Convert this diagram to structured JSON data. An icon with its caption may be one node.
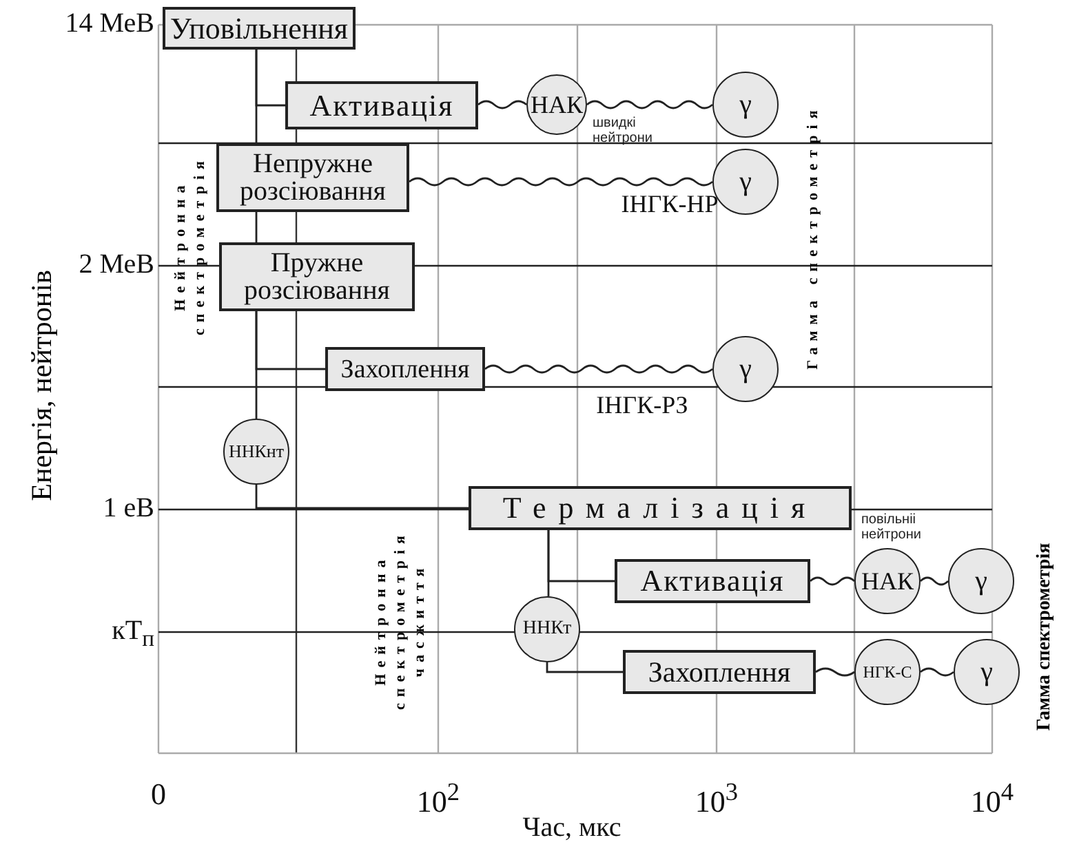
{
  "diagram": {
    "nodes": [
      {
        "text": [
          "Уповільнення"
        ]
      },
      {
        "text": [
          "Активація"
        ]
      },
      {
        "text": [
          "НАК"
        ],
        "beside": [
          "швидкі нейтрони"
        ]
      },
      {
        "text": [
          "γ"
        ]
      },
      {
        "text": [
          "Непружне розсіювання"
        ]
      },
      {
        "text": [
          "γ"
        ]
      },
      {
        "text": [
          "Пружне розсіювання"
        ]
      },
      {
        "text": [
          "Захоплення"
        ]
      },
      {
        "text": [
          "γ"
        ]
      },
      {
        "text": [
          "ННКнт"
        ]
      },
      {
        "text": [
          "Термалізація"
        ]
      },
      {
        "text": [
          "Активація"
        ]
      },
      {
        "text": [
          "НАК"
        ],
        "beside": [
          "повільніі нейтрони"
        ]
      },
      {
        "text": [
          "γ"
        ]
      },
      {
        "text": [
          "ННКт"
        ]
      },
      {
        "text": [
          "Захоплення"
        ]
      },
      {
        "text": [
          "НГК-С"
        ]
      },
      {
        "text": [
          "γ"
        ]
      }
    ],
    "edges": [
      {
        "from": 0,
        "to": 1,
        "arrow": "none"
      },
      {
        "from": 0,
        "to": 4,
        "arrow": "none"
      },
      {
        "from": 4,
        "to": 6,
        "arrow": "none"
      },
      {
        "from": 6,
        "to": 7,
        "arrow": "none"
      },
      {
        "from": 6,
        "to": 9,
        "arrow": "none"
      },
      {
        "from": 9,
        "to": 10,
        "arrow": "none"
      },
      {
        "from": 1,
        "to": 2,
        "arrow": "none"
      },
      {
        "from": 2,
        "to": 3,
        "arrow": "none"
      },
      {
        "from": 4,
        "to": 5,
        "arrow": "none"
      },
      {
        "from": 7,
        "to": 8,
        "arrow": "none"
      },
      {
        "from": 10,
        "to": 11,
        "arrow": "none"
      },
      {
        "from": 10,
        "to": 14,
        "arrow": "none"
      },
      {
        "from": 14,
        "to": 15,
        "arrow": "none"
      },
      {
        "from": 11,
        "to": 12,
        "arrow": "none"
      },
      {
        "from": 12,
        "to": 13,
        "arrow": "none"
      },
      {
        "from": 15,
        "to": 16,
        "arrow": "none"
      },
      {
        "from": 16,
        "to": 17,
        "arrow": "none"
      }
    ],
    "labels": [
      "14 МеВ",
      "2 МеВ",
      "1 еВ",
      "кТ$_{п}$",
      "Енергія, нейтронів",
      "Нейтронна спектрометрія",
      "ІНГК-НР",
      "Гамма спектрометрія",
      "ІНГК-РЗ",
      "Нейтронна спектрометрія часжиття",
      "Гамма спектрометрія",
      "0",
      "10$^{2}$",
      "10$^{3}$",
      "10$^{4}$",
      "Час, мкс"
    ]
  }
}
